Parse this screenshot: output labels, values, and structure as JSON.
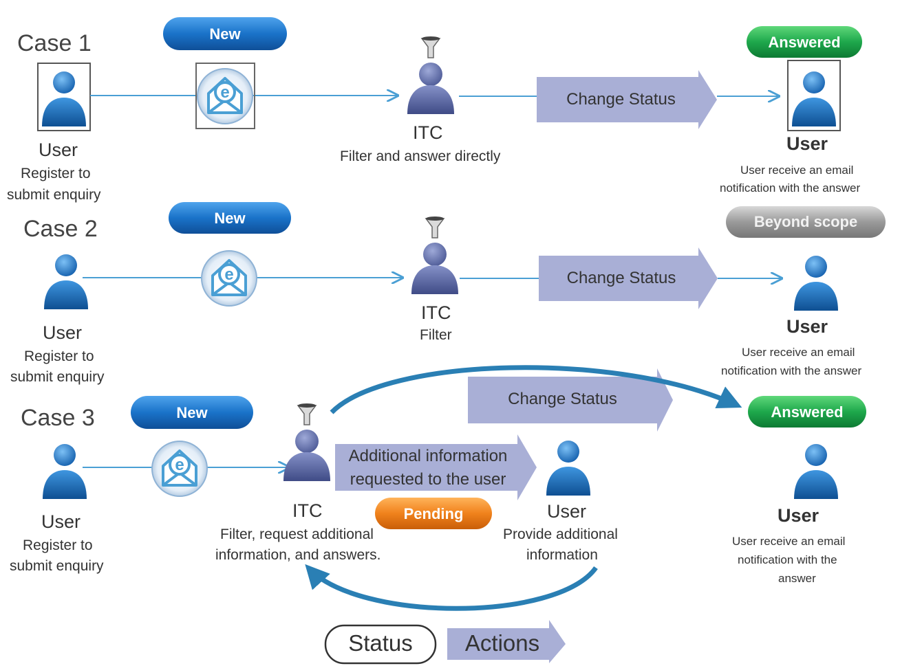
{
  "cases": [
    {
      "label": "Case 1",
      "user_title": "User",
      "user_desc": [
        "Register to",
        "submit enquiry"
      ],
      "new_badge": "New",
      "itc_title": "ITC",
      "itc_desc": [
        "Filter and answer  directly"
      ],
      "action_label": "Change Status",
      "result_badge": "Answered",
      "result_title": "User",
      "result_desc": [
        "User receive an email",
        "notification  with  the answer"
      ]
    },
    {
      "label": "Case 2",
      "user_title": "User",
      "user_desc": [
        "Register to",
        "submit enquiry"
      ],
      "new_badge": "New",
      "itc_title": "ITC",
      "itc_desc": [
        "Filter"
      ],
      "action_label": "Change Status",
      "result_badge": "Beyond scope",
      "result_title": "User",
      "result_desc": [
        "User receive an email",
        "notification  with  the answer"
      ]
    },
    {
      "label": "Case 3",
      "user_title": "User",
      "user_desc": [
        "Register to",
        "submit enquiry"
      ],
      "new_badge": "New",
      "itc_title": "ITC",
      "itc_desc": [
        "Filter, request additional",
        "information, and answers."
      ],
      "action_label": "Change Status",
      "info_label": [
        "Additional  information",
        "requested to the user"
      ],
      "pending_badge": "Pending",
      "mid_user_title": "User",
      "mid_user_desc": [
        "Provide additional",
        "information"
      ],
      "result_badge": "Answered",
      "result_title": "User",
      "result_desc": [
        "User receive an email",
        "notification  with  the",
        "answer"
      ]
    }
  ],
  "legend": {
    "status": "Status",
    "actions": "Actions"
  },
  "colors": {
    "blue_badge": "#1565c0",
    "green_badge": "#1aa64a",
    "gray_badge": "#8f8f8f",
    "orange_badge": "#ef7d1a",
    "arrow_fill": "#a9afd6",
    "line": "#4a9fd4",
    "curve": "#2a7fb4",
    "user_icon": "#1f7ac9",
    "itc_icon": "#6c7ab3"
  },
  "icons": [
    "user-icon",
    "itc-filter-icon",
    "email-envelope-icon"
  ]
}
